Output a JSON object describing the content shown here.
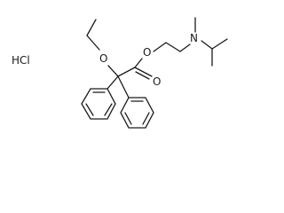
{
  "molecule": {
    "salt": "HCl",
    "atoms": {
      "ether_oxygen": "O",
      "ester_oxygen": "O",
      "carbonyl_oxygen": "O",
      "amine_nitrogen": "N"
    }
  }
}
